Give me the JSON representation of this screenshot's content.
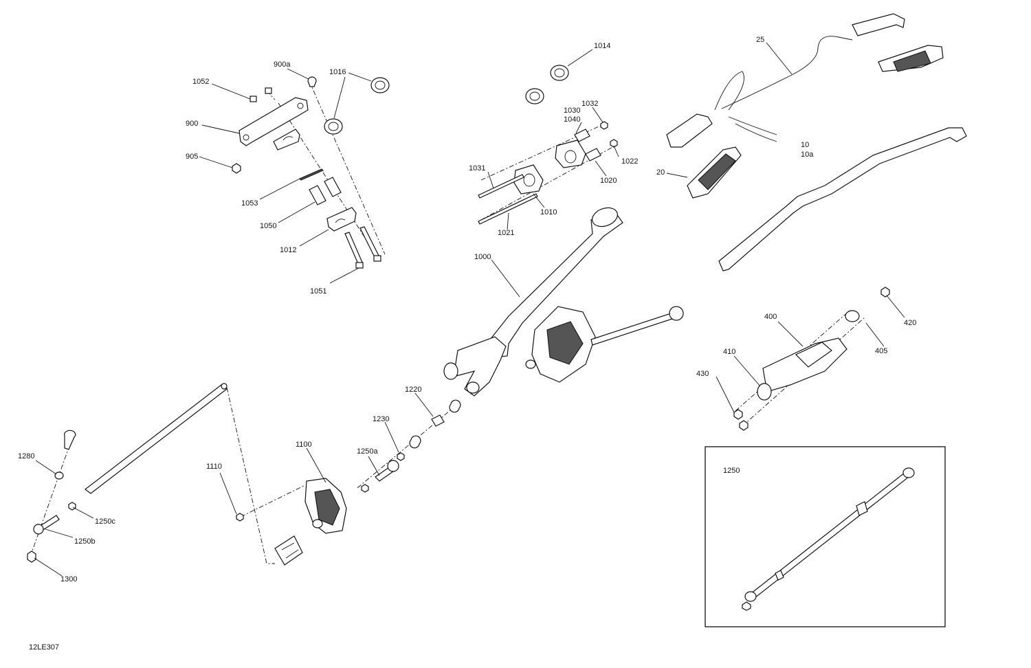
{
  "drawing_code": "12LE307",
  "callouts": {
    "c25": "25",
    "c1014": "1014",
    "c900a": "900a",
    "c1016": "1016",
    "c1052": "1052",
    "c900": "900",
    "c905": "905",
    "c1053": "1053",
    "c1050": "1050",
    "c1012": "1012",
    "c1051": "1051",
    "c1032": "1032",
    "c1030": "1030",
    "c1040": "1040",
    "c1022": "1022",
    "c1020": "1020",
    "c1031": "1031",
    "c1010": "1010",
    "c1021": "1021",
    "c1000": "1000",
    "c10": "10",
    "c10a": "10a",
    "c20": "20",
    "c400": "400",
    "c420": "420",
    "c405": "405",
    "c410": "410",
    "c430": "430",
    "c1220": "1220",
    "c1230": "1230",
    "c1250a": "1250a",
    "c1100": "1100",
    "c1110": "1110",
    "c1280": "1280",
    "c1250c": "1250c",
    "c1250b": "1250b",
    "c1300": "1300",
    "c1250_inset": "1250"
  }
}
